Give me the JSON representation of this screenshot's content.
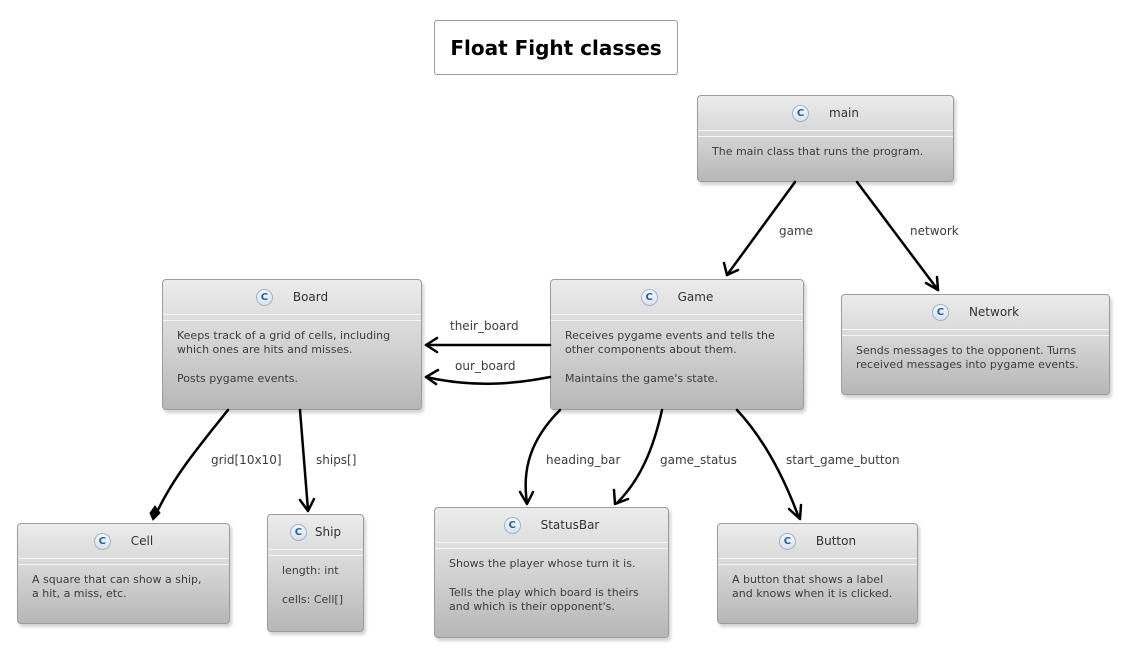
{
  "title": "Float Fight classes",
  "classes": {
    "main": {
      "icon": "C",
      "name": "main",
      "lines": [
        "The main class that runs the program."
      ]
    },
    "board": {
      "icon": "C",
      "name": "Board",
      "lines": [
        "Keeps track of a grid of cells, including\nwhich ones are hits and misses.",
        "Posts pygame events."
      ]
    },
    "game": {
      "icon": "C",
      "name": "Game",
      "lines": [
        "Receives pygame events and tells the\nother components about them.",
        "Maintains the game's state."
      ]
    },
    "network": {
      "icon": "C",
      "name": "Network",
      "lines": [
        "Sends messages to the opponent. Turns\nreceived messages into pygame events."
      ]
    },
    "cell": {
      "icon": "C",
      "name": "Cell",
      "lines": [
        "A square that can show a ship,\na hit, a miss, etc."
      ]
    },
    "ship": {
      "icon": "C",
      "name": "Ship",
      "lines": [
        "length: int",
        "cells: Cell[]"
      ]
    },
    "statusbar": {
      "icon": "C",
      "name": "StatusBar",
      "lines": [
        "Shows the player whose turn it is.",
        "Tells the play which board is theirs\nand which is their opponent's."
      ]
    },
    "button": {
      "icon": "C",
      "name": "Button",
      "lines": [
        "A button that shows a label\nand knows when it is clicked."
      ]
    }
  },
  "edges": {
    "game": "game",
    "network": "network",
    "their_board": "their_board",
    "our_board": "our_board",
    "grid": "grid[10x10]",
    "ships": "ships[]",
    "heading_bar": "heading_bar",
    "game_status": "game_status",
    "start_game_button": "start_game_button"
  }
}
